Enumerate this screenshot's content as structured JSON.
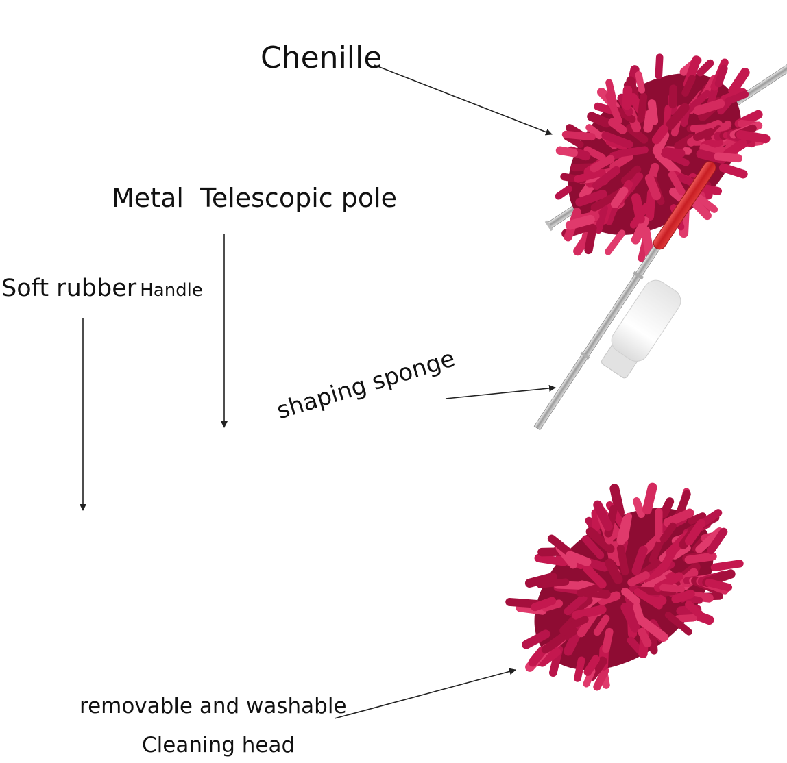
{
  "labels": {
    "chenille": "Chenille",
    "telescopic_pole": "Metal  Telescopic pole",
    "handle_main": "Soft rubber",
    "handle_small": "Handle",
    "sponge": "shaping sponge",
    "removable_line1": "removable and washable",
    "removable_line2": "Cleaning head"
  },
  "icons": {
    "duster": "duster-icon",
    "sponge": "sponge-icon",
    "arrow": "arrow-icon"
  },
  "colors": {
    "chenille": "#c4184f",
    "handle": "#d4262d",
    "pole": "#c8c8c8",
    "sponge": "#f2f2f2",
    "arrow": "#222222"
  }
}
